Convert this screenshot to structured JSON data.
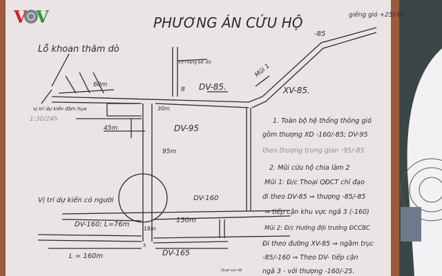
{
  "logo": {
    "text": "VOV",
    "colors": {
      "v1": "#d2232a",
      "o": "#7a7f8c",
      "v2": "#2e9a3c"
    }
  },
  "board": {
    "background": "#ebe4e4",
    "frame": "#9b5a3a",
    "ink": "#2a2a32"
  },
  "title": "PHƯƠNG ÁN CỨU HỘ",
  "diagram": {
    "shaft_label": "giếng gió +25/-85",
    "level_85": "-85",
    "borehole": "Lỗ khoan thăm dò",
    "xv_top": "XV+tầng bể -85",
    "len_60": "60m",
    "mark_8": "8",
    "dv85": "DV-85.",
    "mui1": "Mũi 1",
    "xv85": "XV-85.",
    "expected_pos": "vị trí dự kiến đầm hụa",
    "time_note": "1:30/24h",
    "len_30": "30m",
    "dv95": "DV-95",
    "len_45": "45m",
    "len_95": "95m",
    "people_pos": "Vị trí dự kiến có người",
    "dv160": "DV-160",
    "dv160_len": "DV-160; L=76m",
    "len_150": "150m",
    "len_18": "-18m",
    "len_160": "L = 160m",
    "len_5": "5",
    "dv165": "DV-165",
    "small_box": "Quạt cục bộ"
  },
  "notes": [
    "1. Toàn bộ hệ thống thông gió",
    "gồm thượng XD -160/-85; DV-95",
    "theo thượng trung gian -95/-85",
    "2. Mũi cứu hộ chia làm 2",
    "Mũi 1: Đ/c Thoại QĐCT chỉ đạo",
    "đi theo DV-85 ⇒ thượng -85/-85",
    "⇒ tiếp cận khu vực ngã 3 (-160)",
    "Mũi 2: Đ/c Hướng đội trưởng ĐCCBC",
    "Đi theo đường XV-85 ⇒ ngầm trục",
    "-85/-160 ⇒ Theo DV-  tiếp cận",
    "ngã 3 - với thượng -160/-25."
  ]
}
